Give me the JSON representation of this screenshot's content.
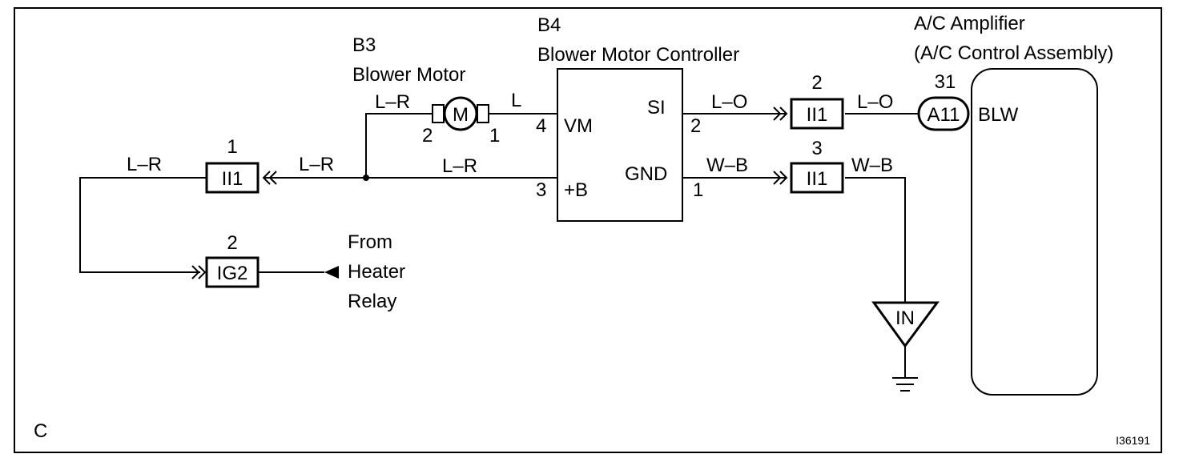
{
  "diagram": {
    "corner_label": "C",
    "figure_id": "I36191",
    "components": {
      "blower_motor": {
        "code": "B3",
        "name": "Blower Motor",
        "symbol": "M",
        "pin_left": "2",
        "pin_right": "1"
      },
      "controller": {
        "code": "B4",
        "name": "Blower Motor Controller",
        "pins": {
          "vm": "VM",
          "si": "SI",
          "b": "+B",
          "gnd": "GND"
        },
        "pin_numbers": {
          "vm": "4",
          "b": "3",
          "si": "2",
          "gnd": "1"
        }
      },
      "amplifier": {
        "title_line1": "A/C Amplifier",
        "title_line2": "(A/C Control Assembly)",
        "pin_label": "BLW",
        "pin_number": "31",
        "connector": "A11"
      },
      "ground_point": "IN",
      "heater_relay": {
        "line1": "From",
        "line2": "Heater",
        "line3": "Relay"
      }
    },
    "connectors": {
      "ii1_left": {
        "label": "II1",
        "pin": "1"
      },
      "ig2": {
        "label": "IG2",
        "pin": "2"
      },
      "ii1_si": {
        "label": "II1",
        "pin": "2"
      },
      "ii1_gnd": {
        "label": "II1",
        "pin": "3"
      }
    },
    "wires": {
      "left_outer": "L–R",
      "left_mid": "L–R",
      "motor_upper": "L–R",
      "motor_vm": "L",
      "to_b": "L–R",
      "si_out": "L–O",
      "si_amp": "L–O",
      "gnd_out": "W–B",
      "gnd_down": "W–B"
    }
  }
}
